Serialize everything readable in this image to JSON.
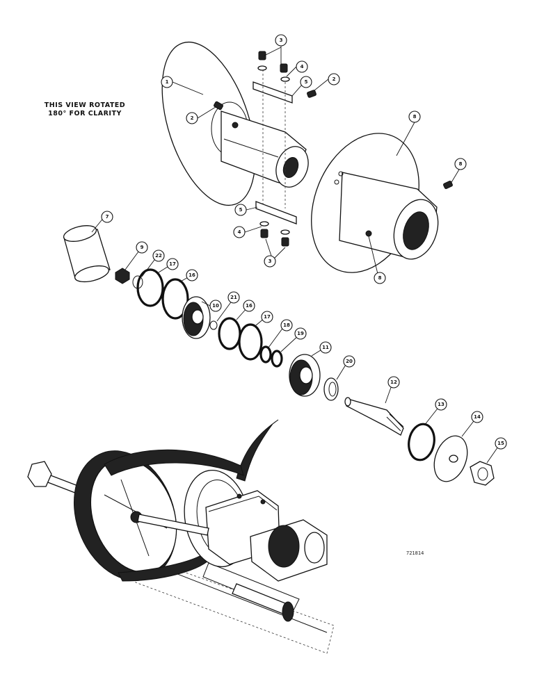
{
  "note": {
    "line1": "THIS VIEW ROTATED",
    "line2": "180° FOR CLARITY"
  },
  "figure_number": "721814",
  "callouts": {
    "c1": "1",
    "c2a": "2",
    "c2b": "2",
    "c3a": "3",
    "c3b": "3",
    "c4a": "4",
    "c4b": "4",
    "c5a": "5",
    "c5b": "5",
    "c7": "7",
    "c8a": "8",
    "c8b": "8",
    "c8c": "8",
    "c9": "9",
    "c22": "22",
    "c17a": "17",
    "c16a": "16",
    "c10": "10",
    "c21": "21",
    "c16b": "16",
    "c17b": "17",
    "c18": "18",
    "c19": "19",
    "c11": "11",
    "c20": "20",
    "c12": "12",
    "c13": "13",
    "c14": "14",
    "c15": "15"
  }
}
